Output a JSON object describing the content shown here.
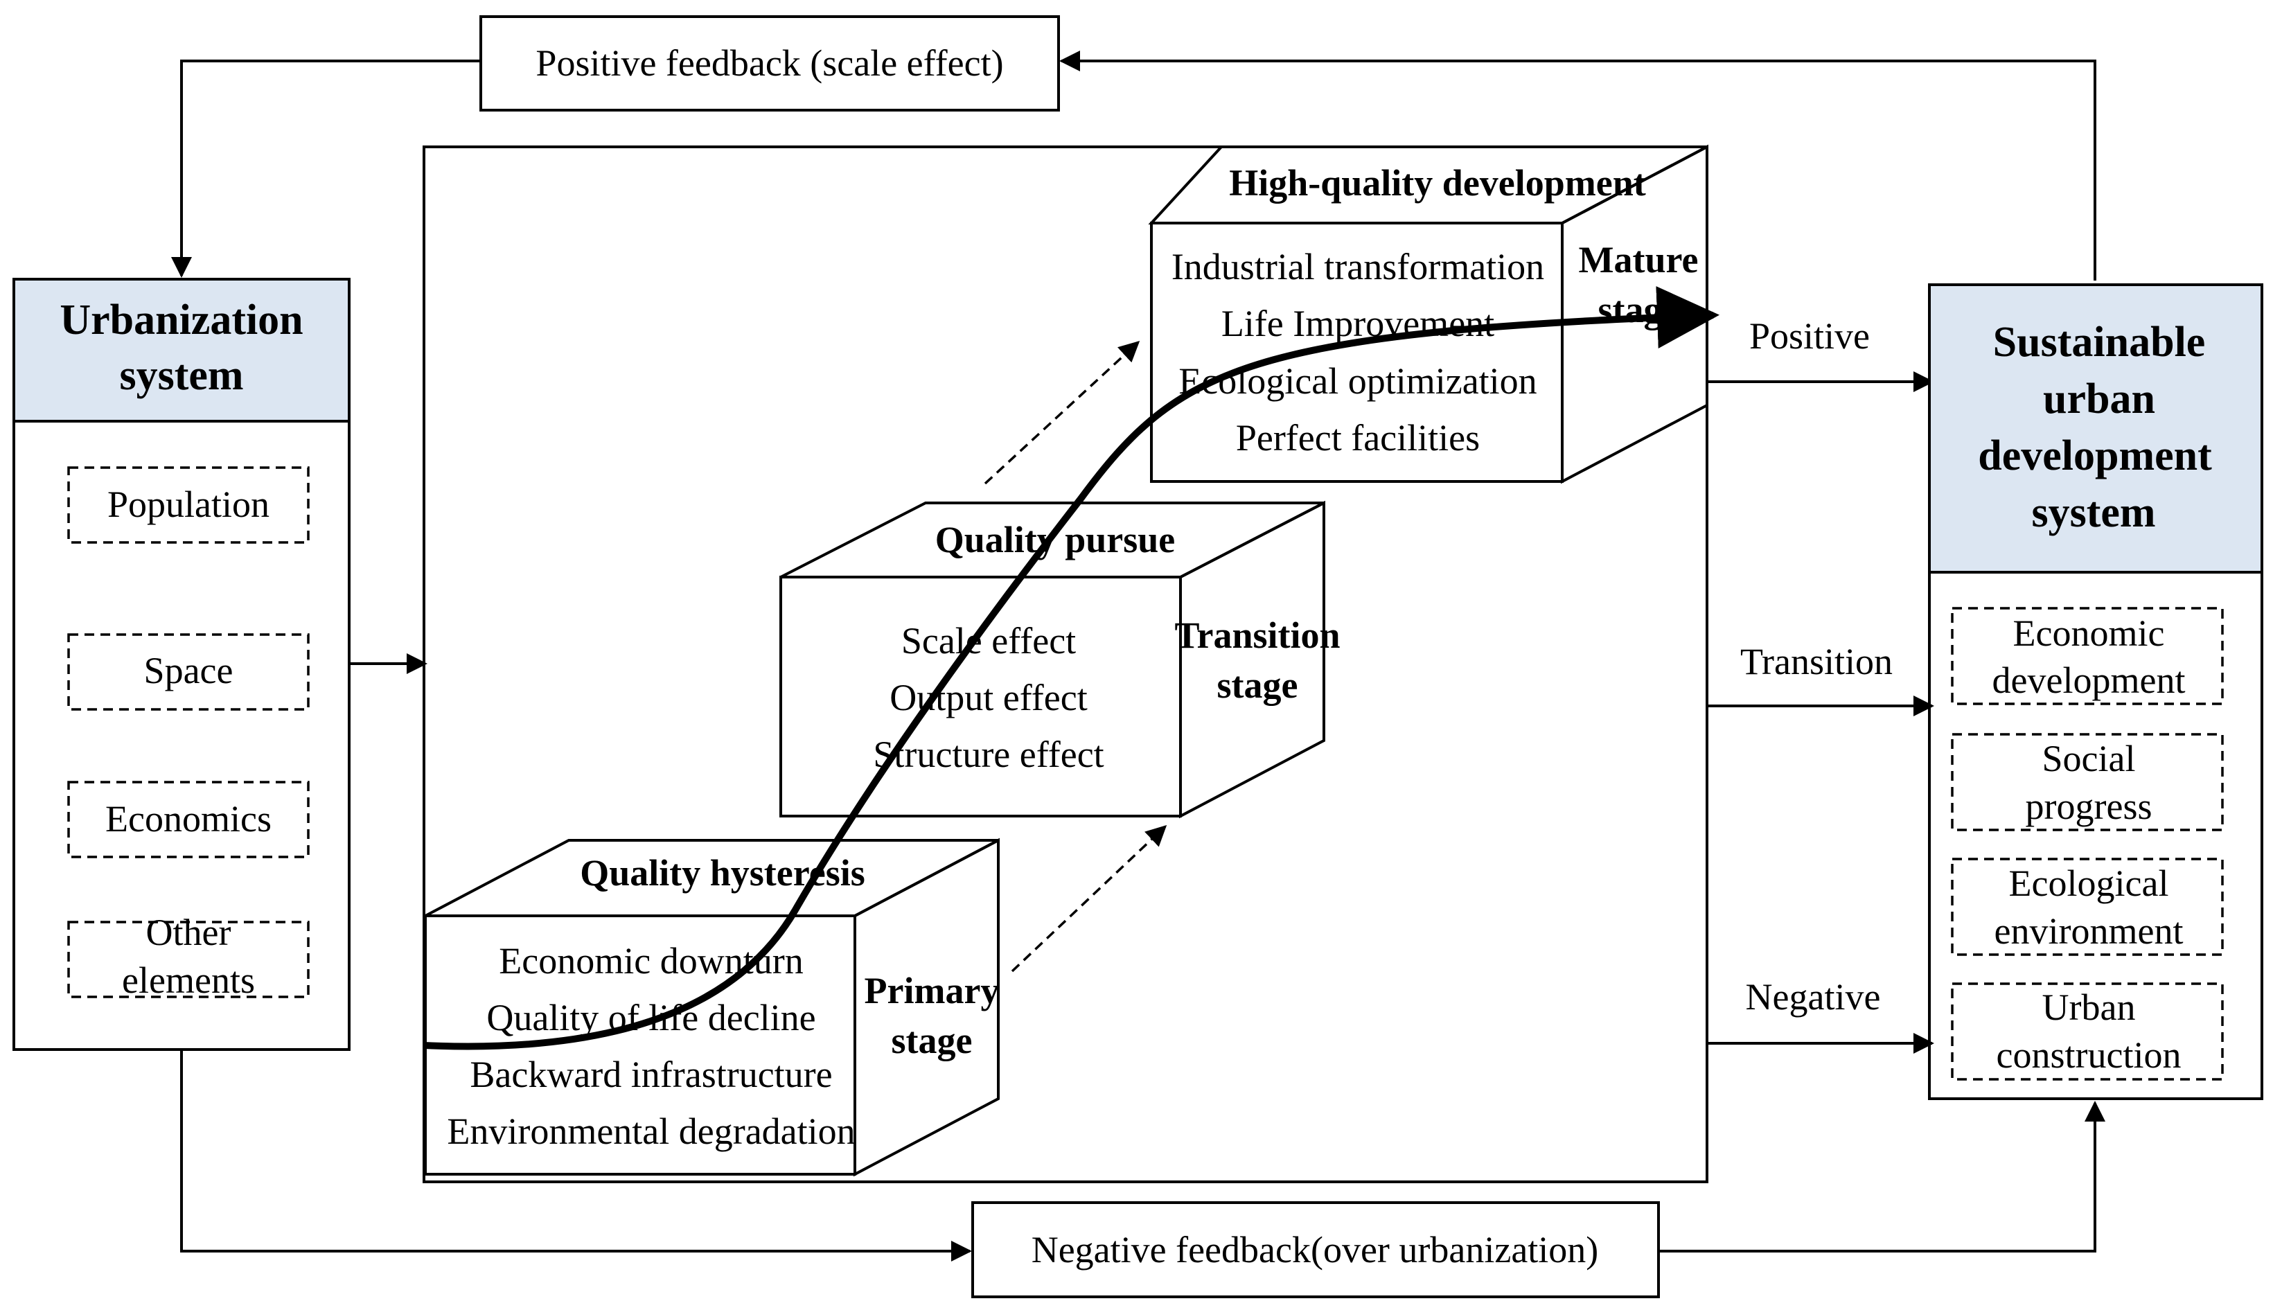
{
  "feedback": {
    "positive": "Positive feedback (scale effect)",
    "negative": "Negative feedback(over urbanization)"
  },
  "urbanization": {
    "title_line1": "Urbanization",
    "title_line2": "system",
    "elements": [
      {
        "line1": "Population",
        "line2": ""
      },
      {
        "line1": "Space",
        "line2": ""
      },
      {
        "line1": "Economics",
        "line2": ""
      },
      {
        "line1": "Other",
        "line2": "elements"
      }
    ],
    "header_fill": "#dce6f2"
  },
  "sustainable": {
    "title_lines": [
      "Sustainable",
      "urban",
      "development",
      "system"
    ],
    "elements": [
      {
        "line1": "Economic",
        "line2": "development"
      },
      {
        "line1": "Social",
        "line2": "progress"
      },
      {
        "line1": "Ecological",
        "line2": "environment"
      },
      {
        "line1": "Urban",
        "line2": "construction"
      }
    ],
    "header_fill": "#dce6f2"
  },
  "stages": {
    "high": {
      "title": "High-quality development",
      "items": [
        "Industrial transformation",
        "Life Improvement",
        "Ecological optimization",
        "Perfect facilities"
      ],
      "side_line1": "Mature",
      "side_line2": "stage"
    },
    "pursue": {
      "title": "Quality pursue",
      "items": [
        "Scale effect",
        "Output effect",
        "Structure effect"
      ],
      "side_line1": "Transition",
      "side_line2": "stage"
    },
    "hysteresis": {
      "title": "Quality hysteresis",
      "items": [
        "Economic downturn",
        "Quality of life decline",
        "Backward infrastructure",
        "Environmental degradation"
      ],
      "side_line1": "Primary",
      "side_line2": "stage"
    }
  },
  "outputs": {
    "positive": "Positive",
    "transition": "Transition",
    "negative": "Negative"
  }
}
